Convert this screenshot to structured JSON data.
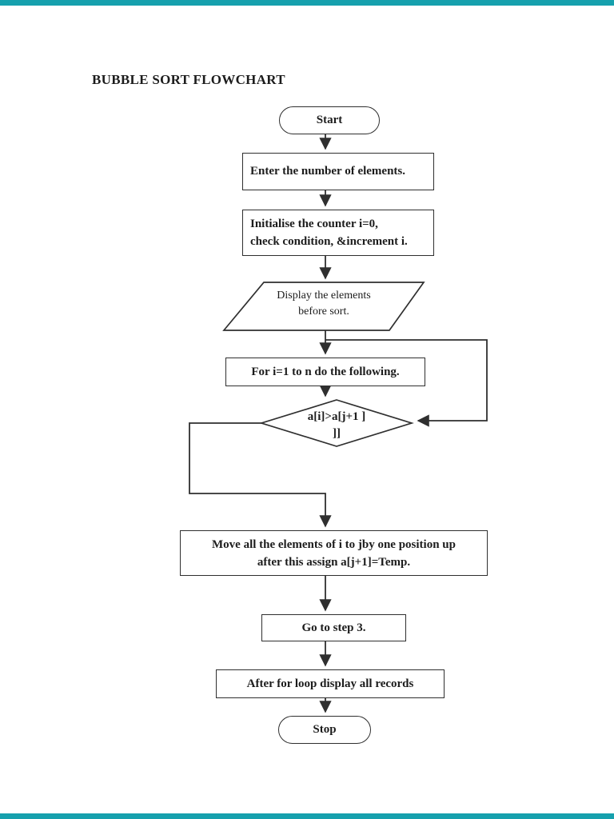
{
  "theme": {
    "accent_bar_color": "#16a0ad",
    "ink_color": "#1c1c1c",
    "line_color": "#2f2f2f",
    "page_background": "#ffffff"
  },
  "document": {
    "title": "BUBBLE SORT FLOWCHART"
  },
  "flowchart": {
    "start": {
      "label": "Start"
    },
    "enter_elements": {
      "label": "Enter the number of elements."
    },
    "initialise": {
      "lines": [
        "Initialise the counter i=0,",
        "check condition, &increment i."
      ]
    },
    "display_before_sort": {
      "lines": [
        "Display the elements",
        "before sort."
      ]
    },
    "for_loop": {
      "label": "For i=1 to n do the following."
    },
    "compare_decision": {
      "lines": [
        "a[i]>a[j+1 ]",
        "]]"
      ]
    },
    "move_elements": {
      "lines": [
        "Move all the elements of i to jby one position up",
        "after this assign a[j+1]=Temp."
      ]
    },
    "goto_step3": {
      "label": "Go to step 3."
    },
    "display_records": {
      "label": "After for loop display all records"
    },
    "stop": {
      "label": "Stop"
    }
  }
}
